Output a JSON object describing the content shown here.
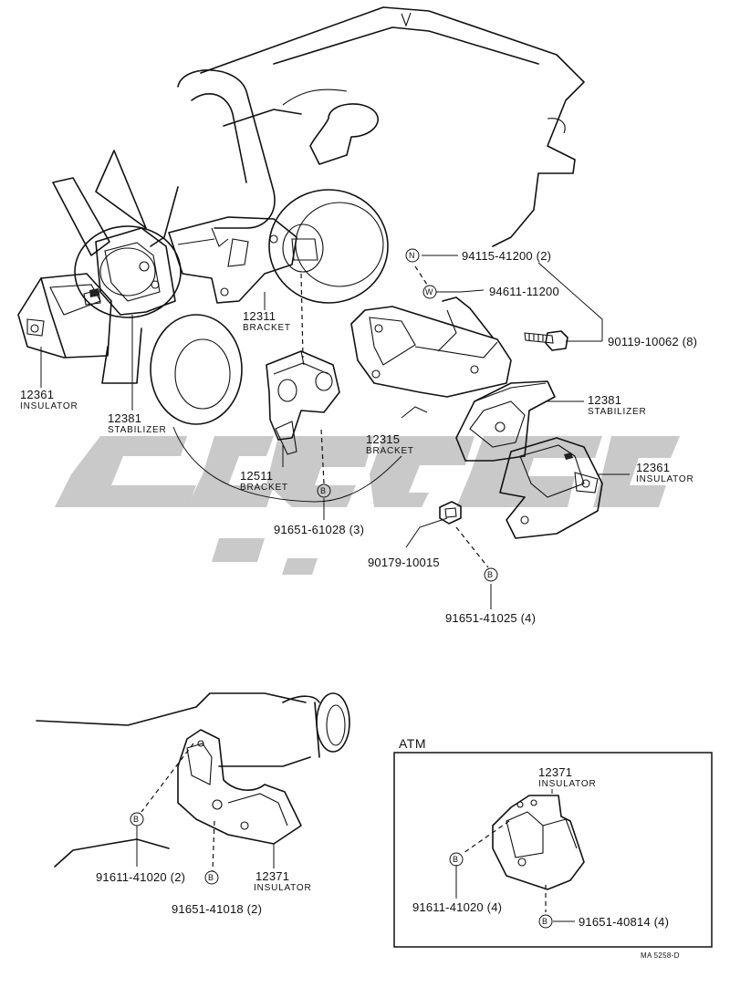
{
  "watermark": {
    "color": "#c9c9c9"
  },
  "engine_parts": {
    "insulator_left": {
      "number": "12361",
      "name": "INSULATOR"
    },
    "stabilizer_left": {
      "number": "12381",
      "name": "STABILIZER"
    },
    "bracket_12311": {
      "number": "12311",
      "name": "BRACKET"
    },
    "bracket_12511": {
      "number": "12511",
      "name": "BRACKET"
    },
    "bracket_12315": {
      "number": "12315",
      "name": "BRACKET"
    },
    "stabilizer_right": {
      "number": "12381",
      "name": "STABILIZER"
    },
    "insulator_right": {
      "number": "12361",
      "name": "INSULATOR"
    }
  },
  "fasteners": {
    "nut_94115": {
      "symbol": "N",
      "part": "94115-41200 (2)"
    },
    "washer_94611": {
      "symbol": "W",
      "part": "94611-11200"
    },
    "bolt_90119": {
      "part": "90119-10062 (8)"
    },
    "bolt_91651_61028": {
      "symbol": "B",
      "part": "91651-61028 (3)"
    },
    "nut_90179": {
      "part": "90179-10015"
    },
    "bolt_91651_41025": {
      "symbol": "B",
      "part": "91651-41025 (4)"
    }
  },
  "rear_mount": {
    "insulator": {
      "number": "12371",
      "name": "INSULATOR"
    },
    "bolt_a": {
      "symbol": "B",
      "part": "91611-41020 (2)"
    },
    "bolt_b": {
      "symbol": "B",
      "part": "91651-41018 (2)"
    }
  },
  "atm_box": {
    "title": "ATM",
    "insulator": {
      "number": "12371",
      "name": "INSULATOR"
    },
    "bolt_a": {
      "symbol": "B",
      "part": "91611-41020 (4)"
    },
    "bolt_b": {
      "symbol": "B",
      "part": "91651-40814 (4)"
    }
  },
  "drawing_code": "MA 5258-D"
}
